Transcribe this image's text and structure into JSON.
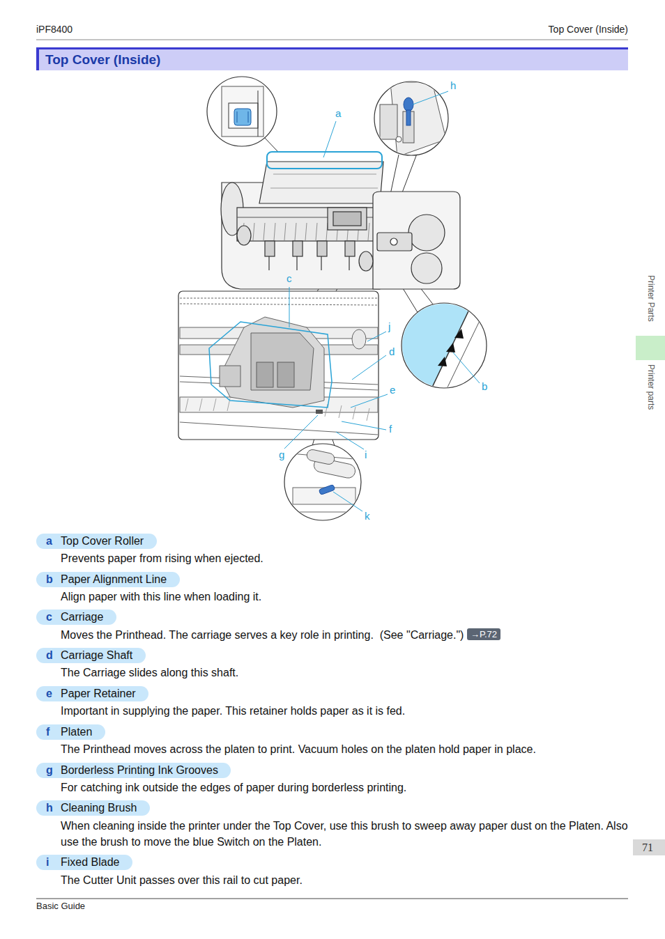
{
  "diagram": {
    "title": "Top Cover (Inside)",
    "nodes": [
      {
        "text": [
          "a",
          "Top Cover Roller"
        ]
      },
      {
        "text": [
          "b",
          "Paper Alignment Line"
        ]
      },
      {
        "text": [
          "c",
          "Carriage"
        ]
      },
      {
        "text": [
          "→P.72"
        ]
      },
      {
        "text": [
          "d",
          "Carriage Shaft"
        ]
      },
      {
        "text": [
          "e",
          "Paper Retainer"
        ]
      },
      {
        "text": [
          "f",
          "Platen"
        ]
      },
      {
        "text": [
          "g",
          "Borderless Printing Ink Grooves"
        ]
      },
      {
        "text": [
          "h",
          "Cleaning Brush"
        ]
      },
      {
        "text": [
          "i",
          "Fixed Blade"
        ]
      },
      {
        "text": [
          "71"
        ]
      }
    ],
    "labels": [
      "iPF8400",
      "Top Cover (Inside)",
      "h",
      "a",
      "c",
      "j",
      "d",
      "b",
      "e",
      "f",
      "g",
      "i",
      "k",
      "Printer Parts",
      "Printer parts",
      "Prevents paper from rising when ejected.",
      "Align paper with this line when loading it.",
      "Moves the Printhead. The carriage serves a key role in printing.  (See \"Carriage.\")",
      "The Carriage slides along this shaft.",
      "Important in supplying the paper. This retainer holds paper as it is fed.",
      "The Printhead moves across the platen to print. Vacuum holes on the platen hold paper in place.",
      "For catching ink outside the edges of paper during borderless printing.",
      "When cleaning inside the printer under the Top Cover, use this brush to sweep away paper dust on the Platen. Also use the brush to move the blue Switch on the Platen.",
      "The Cutter Unit passes over this rail to cut paper.",
      "Basic Guide"
    ]
  }
}
